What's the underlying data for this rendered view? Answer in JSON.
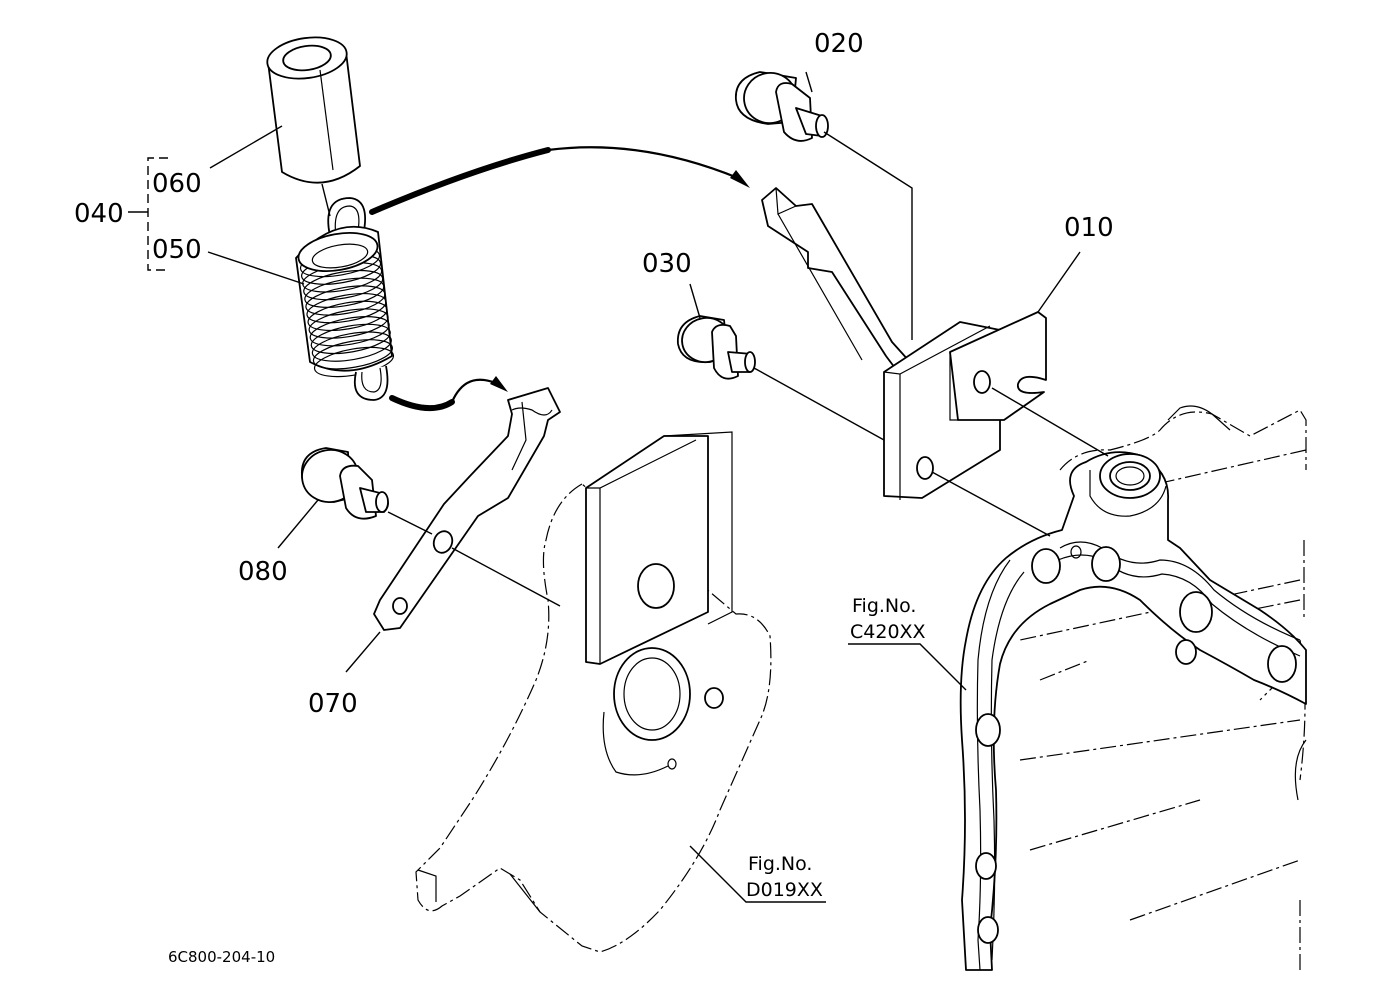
{
  "parts": {
    "p010": "010",
    "p020": "020",
    "p030": "030",
    "p040": "040",
    "p050": "050",
    "p060": "060",
    "p070": "070",
    "p080": "080"
  },
  "references": {
    "c420_prefix": "Fig.No.",
    "c420_code": "C420XX",
    "d019_prefix": "Fig.No.",
    "d019_code": "D019XX"
  },
  "drawing_number": "6C800-204-10"
}
